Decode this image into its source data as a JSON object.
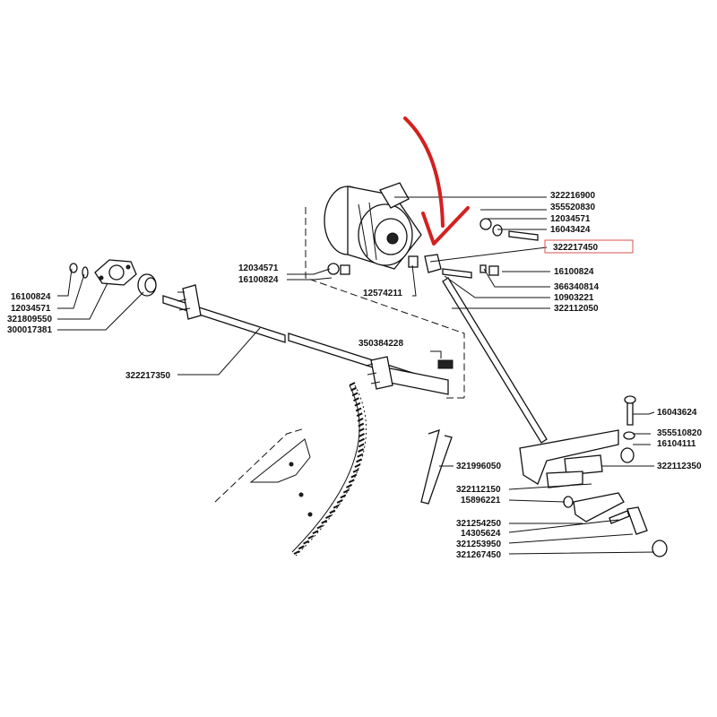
{
  "diagram": {
    "callouts": {
      "p322216900": "322216900",
      "p355520830": "355520830",
      "p12034571_r": "12034571",
      "p16043424": "16043424",
      "p322217450": "322217450",
      "p16100824_r": "16100824",
      "p366340814": "366340814",
      "p10903221": "10903221",
      "p322112050": "322112050",
      "p12034571_m": "12034571",
      "p16100824_m": "16100824",
      "p12574211": "12574211",
      "p16100824_l": "16100824",
      "p12034571_l": "12034571",
      "p321809550": "321809550",
      "p300017381": "300017381",
      "p350384228": "350384228",
      "p322217350": "322217350",
      "p16043624": "16043624",
      "p355510820": "355510820",
      "p16104111": "16104111",
      "p322112350": "322112350",
      "p321996050": "321996050",
      "p322112150": "322112150",
      "p15896221": "15896221",
      "p321254250": "321254250",
      "p14305624": "14305624",
      "p321253950": "321253950",
      "p321267450": "321267450"
    },
    "highlight_color": "#d9534f",
    "marker_color": "#d42020"
  }
}
